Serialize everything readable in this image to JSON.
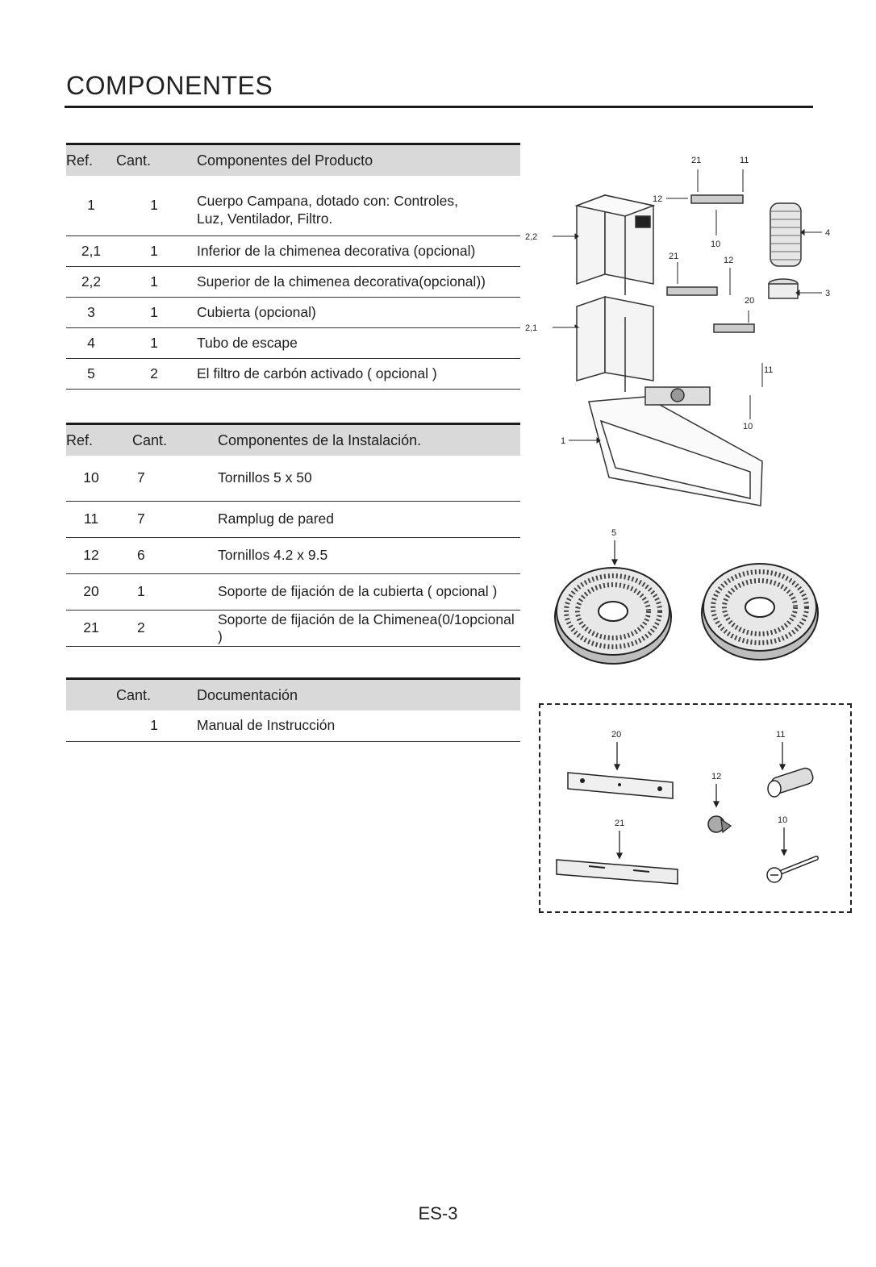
{
  "page": {
    "title": "COMPONENTES",
    "page_number": "ES-3"
  },
  "product_table": {
    "headers": {
      "ref": "Ref.",
      "qty": "Cant.",
      "desc": "Componentes del Producto"
    },
    "rows": [
      {
        "ref": "1",
        "qty": "1",
        "desc_line1": "Cuerpo Campana, dotado con:  Controles,",
        "desc_line2": "Luz, Ventilador, Filtro."
      },
      {
        "ref": "2,1",
        "qty": "1",
        "desc": "Inferior de la chimenea decorativa (opcional)"
      },
      {
        "ref": "2,2",
        "qty": "1",
        "desc": "Superior de la chimenea decorativa(opcional))"
      },
      {
        "ref": "3",
        "qty": "1",
        "desc": "Cubierta (opcional)"
      },
      {
        "ref": "4",
        "qty": "1",
        "desc": "Tubo de escape"
      },
      {
        "ref": "5",
        "qty": "2",
        "desc": "El filtro de carbón activado ( opcional )"
      }
    ]
  },
  "install_table": {
    "headers": {
      "ref": "Ref.",
      "qty": "Cant.",
      "desc": "Componentes de la Instalación."
    },
    "rows": [
      {
        "ref": "10",
        "qty": "7",
        "desc": "Tornillos 5 x 50"
      },
      {
        "ref": "11",
        "qty": "7",
        "desc": "Ramplug de pared"
      },
      {
        "ref": "12",
        "qty": "6",
        "desc": "Tornillos 4.2 x 9.5"
      },
      {
        "ref": "20",
        "qty": "1",
        "desc": "Soporte de fijación de la cubierta ( opcional )"
      },
      {
        "ref": "21",
        "qty": "2",
        "desc": "Soporte de fijación de la Chimenea(0/1opcional )"
      }
    ]
  },
  "docs_table": {
    "headers": {
      "ref": "",
      "qty": "Cant.",
      "desc": "Documentación"
    },
    "rows": [
      {
        "ref": "",
        "qty": "1",
        "desc": "Manual de Instrucción"
      }
    ]
  },
  "diagram_labels": {
    "l21a": "21",
    "l11a": "11",
    "l12a": "12",
    "l10a": "10",
    "l4": "4",
    "l21b": "21",
    "l12b": "12",
    "l20": "20",
    "l3": "3",
    "l22": "2,2",
    "l21": "2,1",
    "l11b": "11",
    "l10b": "10",
    "l1": "1"
  },
  "filter_labels": {
    "l5": "5"
  },
  "kit_labels": {
    "k20": "20",
    "k11": "11",
    "k12": "12",
    "k21": "21",
    "k10": "10"
  }
}
